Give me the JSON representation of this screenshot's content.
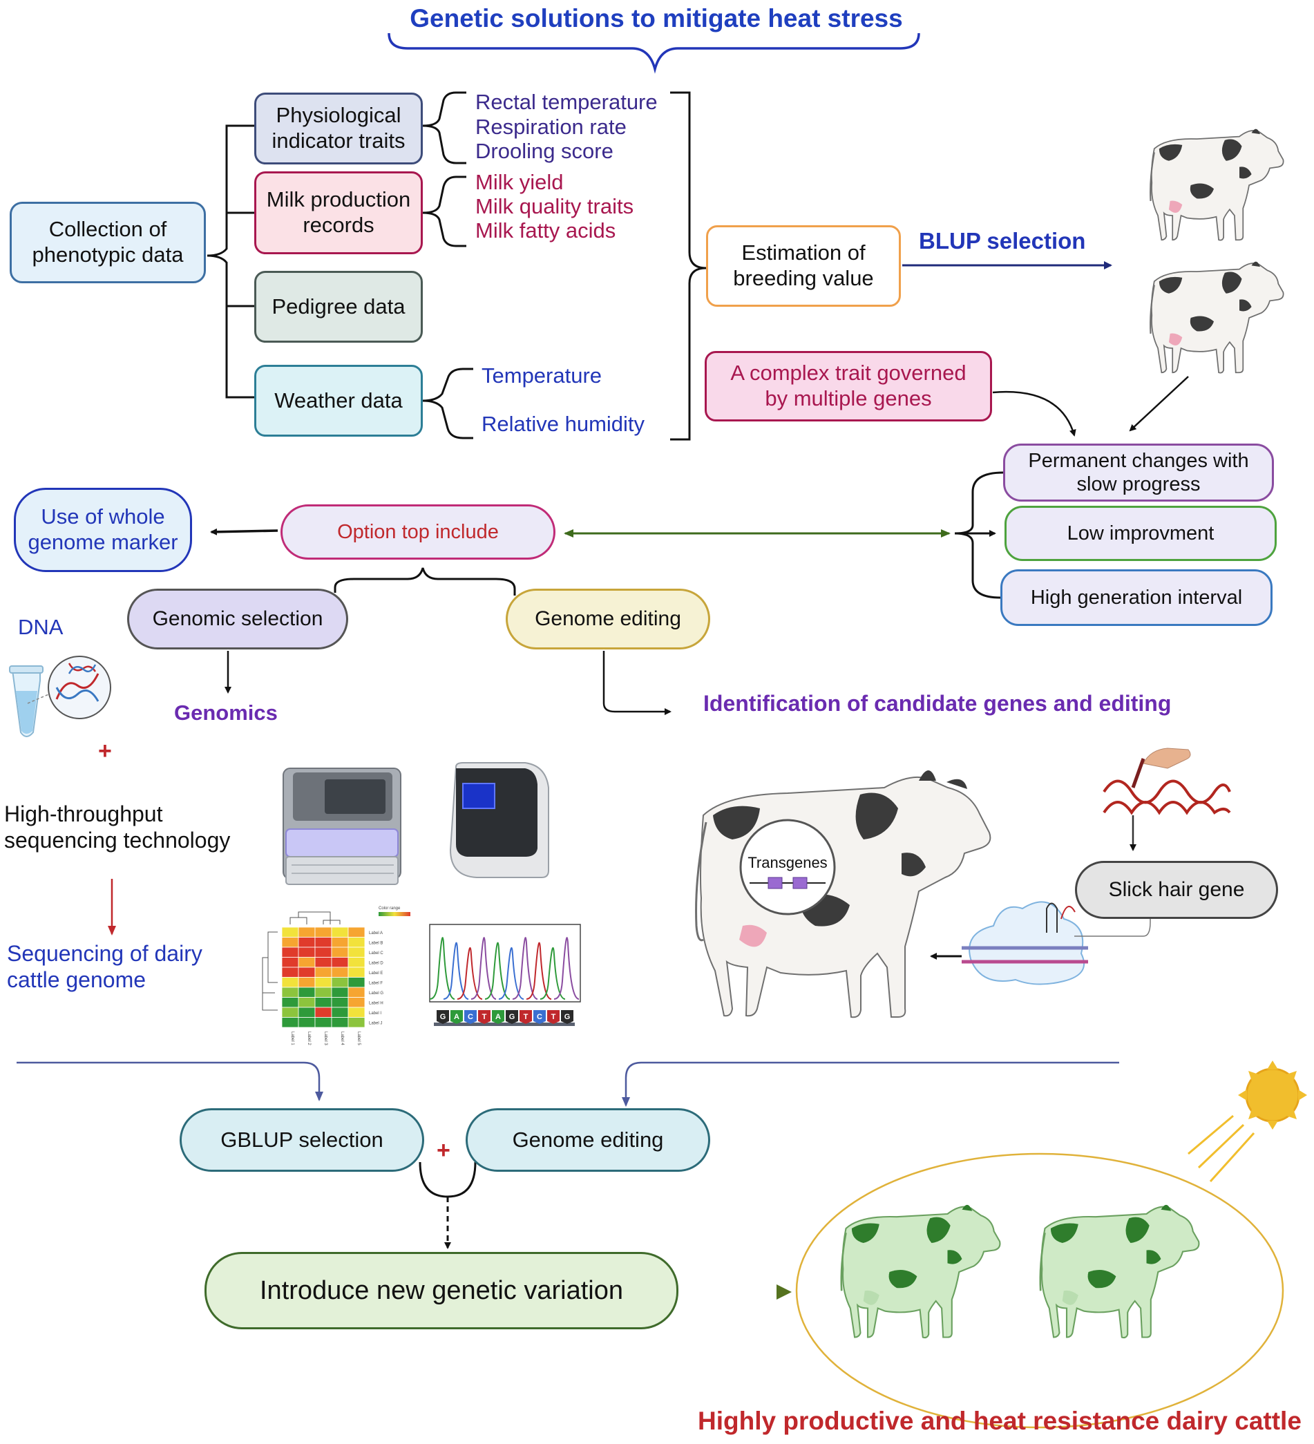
{
  "title": "Genetic solutions to mitigate heat stress",
  "collection_box": "Collection of phenotypic data",
  "physio_box": "Physiological indicator traits",
  "physio_items": [
    "Rectal temperature",
    "Respiration rate",
    "Drooling score"
  ],
  "milk_box": "Milk production records",
  "milk_items": [
    "Milk yield",
    "Milk quality traits",
    "Milk fatty acids"
  ],
  "pedigree_box": "Pedigree data",
  "weather_box": "Weather data",
  "weather_items": [
    "Temperature",
    "Relative humidity"
  ],
  "ebv_box": "Estimation of breeding value",
  "blup_label": "BLUP selection",
  "complex_box": "A complex trait governed by multiple genes",
  "permanent_box": "Permanent changes with slow progress",
  "low_box": "Low improvment",
  "gen_interval_box": "High generation interval",
  "option_box": "Option top include",
  "whole_genome_box": "Use of whole genome marker",
  "genomic_selection_box": "Genomic selection",
  "genome_editing_top_box": "Genome editing",
  "genomics_label": "Genomics",
  "identification_label": "Identification of candidate genes and editing",
  "dna_label": "DNA",
  "plus_sign": "+",
  "htp_label": "High-throughput sequencing technology",
  "sequencing_label": "Sequencing of dairy cattle genome",
  "transgenes_label": "Transgenes",
  "slick_box": "Slick hair gene",
  "gblup_box": "GBLUP selection",
  "genome_editing_bottom_box": "Genome editing",
  "introduce_box": "Introduce new genetic variation",
  "final_label": "Highly productive and heat resistance dairy cattle",
  "heatmap_color_label": "Color range",
  "heatmap_row_labels": [
    "Label A",
    "Label B",
    "Label C",
    "Label D",
    "Label E",
    "Label F",
    "Label G",
    "Label H",
    "Label I",
    "Label J"
  ],
  "heatmap_col_labels": [
    "Label 1",
    "Label 2",
    "Label 3",
    "Label 4",
    "Label 5"
  ],
  "chromatogram_bases": [
    "G",
    "A",
    "C",
    "T",
    "A",
    "G",
    "T",
    "C",
    "T",
    "G"
  ],
  "colors": {
    "title_blue": "#1f3fbf",
    "purple_text": "#3b2a8c",
    "crimson_text": "#a8174f",
    "blue_text": "#2236b8",
    "violet_label": "#6a2bb0",
    "red_label": "#c0282c",
    "navy": "#1f2a7a",
    "green_arrow": "#3e6b1c",
    "olive_arrow": "#55721f"
  }
}
